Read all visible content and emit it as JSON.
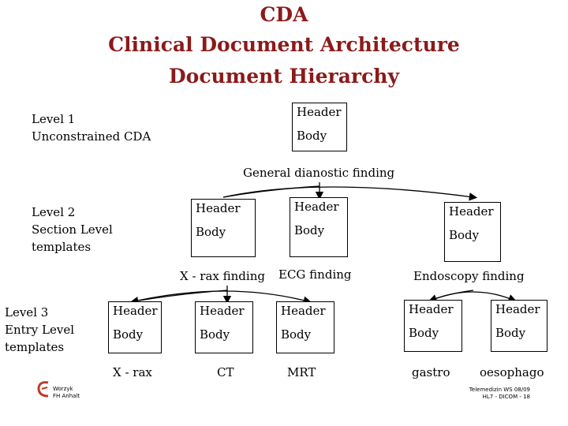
{
  "title": {
    "line1": "CDA",
    "line2": "Clinical Document Architecture",
    "line3": "Document Hierarchy"
  },
  "levels": {
    "level1": [
      "Level 1",
      "Unconstrained CDA"
    ],
    "level2": [
      "Level 2",
      "Section Level",
      "templates"
    ],
    "level3": [
      "Level 3",
      "Entry Level",
      "templates"
    ]
  },
  "box_header": "Header",
  "box_body": "Body",
  "level1_root_label": "General dianostic finding",
  "section_captions": [
    "X - rax finding",
    "ECG finding",
    "Endoscopy finding"
  ],
  "entry_captions": [
    "X - rax",
    "CT",
    "MRT",
    "gastro",
    "oesophago"
  ],
  "footer": {
    "logo_line1": "Worzyk",
    "logo_line2": "FH Anhalt",
    "right_line1": "Telemedizin WS 08/09",
    "right_line2": "HL7 - DICOM - 18"
  },
  "colors": {
    "title": "#8b1a1a",
    "logo": "#c0392b"
  }
}
